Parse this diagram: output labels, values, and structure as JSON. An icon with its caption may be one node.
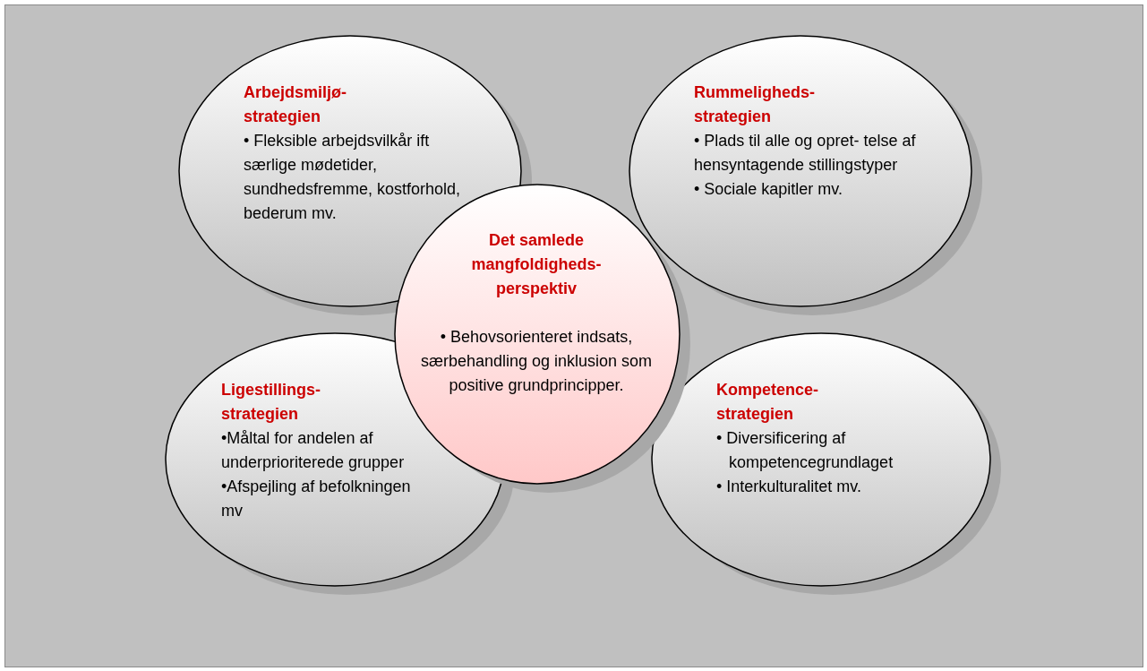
{
  "diagram": {
    "nodes": [
      {
        "text": [
          "Arbejdsmiljø- strategien",
          "• Fleksible arbejdsvilkår ift særlige mødetider, sundhedsfremme, kostforhold, bederum mv."
        ]
      },
      {
        "text": [
          "Rummeligheds- strategien",
          "• Plads til alle og opret- telse af hensyntagende stillingstyper",
          "• Sociale kapitler mv."
        ]
      },
      {
        "text": [
          "Det samlede mangfoldigheds- perspektiv",
          "• Behovsorienteret indsats, særbehandling og inklusion som positive grundprincipper."
        ]
      },
      {
        "text": [
          "Ligestillings- strategien",
          "•Måltal for andelen af underprioriterede grupper",
          "•Afspejling af befolkningen mv"
        ]
      },
      {
        "text": [
          "Kompetence- strategien",
          "• Diversificering af kompetencegrundlaget",
          "• Interkulturalitet mv."
        ]
      }
    ]
  }
}
